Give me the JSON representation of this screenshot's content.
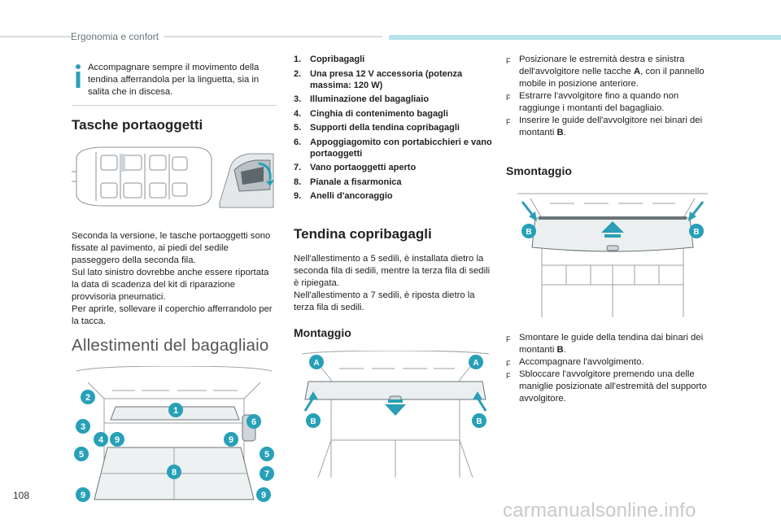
{
  "header": {
    "section": "Ergonomia e confort"
  },
  "col1": {
    "note": "Accompagnare sempre il movimento della tendina afferrandola per la linguetta, sia in salita che in discesa.",
    "title": "Tasche portaoggetti",
    "paragraphs": [
      "Seconda la versione, le tasche portaoggetti sono fissate al pavimento, ai piedi del sedile passeggero della seconda fila.",
      "Sul lato sinistro dovrebbe anche essere riportata la data di scadenza del kit di riparazione provvisoria pneumatici.",
      "Per aprirle, sollevare il coperchio afferrandolo per la tacca."
    ],
    "title2": "Allestimenti del bagagliaio",
    "callouts": [
      "1",
      "2",
      "3",
      "4",
      "5",
      "6",
      "7",
      "8",
      "9"
    ]
  },
  "col2": {
    "items": [
      {
        "num": "1.",
        "text": "Copribagagli"
      },
      {
        "num": "2.",
        "text": "Una presa 12 V accessoria (potenza massima: 120 W)"
      },
      {
        "num": "3.",
        "text": "Illuminazione del bagagliaio"
      },
      {
        "num": "4.",
        "text": "Cinghia di contenimento bagagli"
      },
      {
        "num": "5.",
        "text": "Supporti della tendina copribagagli"
      },
      {
        "num": "6.",
        "text": "Appoggiagomito con portabicchieri e vano portaoggetti"
      },
      {
        "num": "7.",
        "text": "Vano portaoggetti aperto"
      },
      {
        "num": "8.",
        "text": "Pianale a fisarmonica"
      },
      {
        "num": "9.",
        "text": "Anelli d'ancoraggio"
      }
    ],
    "title": "Tendina copribagagli",
    "paragraphs": [
      "Nell'allestimento a 5 sedili, è installata dietro la seconda fila di sedili, mentre la terza fila di sedili è ripiegata.",
      "Nell'allestimento a 7 sedili, è riposta dietro la terza fila di sedili."
    ],
    "subtitle": "Montaggio",
    "labels": {
      "a": "A",
      "b": "B"
    }
  },
  "col3": {
    "steps_top": [
      {
        "pre": "Posizionare le estremità destra e sinistra dell'avvolgitore nelle tacche ",
        "bold": "A",
        "post": ", con il pannello mobile in posizione anteriore."
      },
      {
        "pre": "Estrarre l'avvolgitore fino a quando non raggiunge i montanti del bagagliaio.",
        "bold": "",
        "post": ""
      },
      {
        "pre": "Inserire le guide dell'avvolgitore nei binari dei montanti ",
        "bold": "B",
        "post": "."
      }
    ],
    "subtitle": "Smontaggio",
    "steps_bottom": [
      {
        "pre": "Smontare le guide della tendina dai binari dei montanti ",
        "bold": "B",
        "post": "."
      },
      {
        "pre": "Accompagnare l'avvolgimento.",
        "bold": "",
        "post": ""
      },
      {
        "pre": "Sbloccare l'avvolgitore premendo una delle maniglie posizionate all'estremità del supporto avvolgitore.",
        "bold": "",
        "post": ""
      }
    ],
    "bullet": "F",
    "labels": {
      "b": "B"
    }
  },
  "footer": {
    "page": "108",
    "watermark": "carmanualsonline.info"
  },
  "colors": {
    "accent": "#2a9fb5",
    "callout": "#27a0b8",
    "headerbar": "#b7e3ea"
  }
}
